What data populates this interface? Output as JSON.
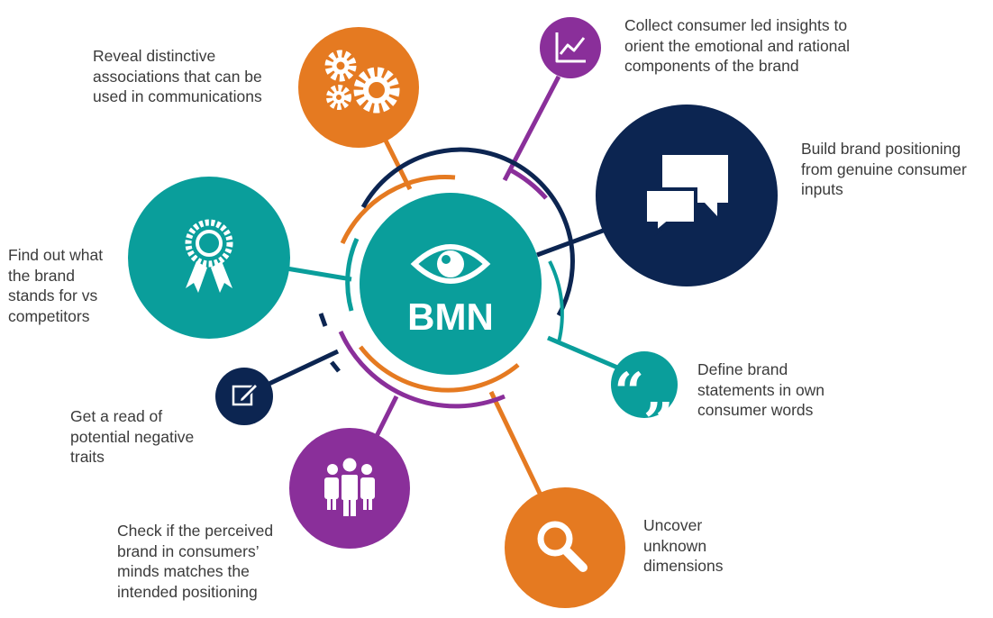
{
  "center": {
    "label": "BMN"
  },
  "colors": {
    "teal": "#0a9e9b",
    "orange": "#e57a21",
    "navy": "#0c2551",
    "purple": "#8a2f9a"
  },
  "nodes": [
    {
      "id": "gears",
      "icon": "gears-icon",
      "color": "orange",
      "text": "Reveal distinctive\nassociations that can be\nused in communications"
    },
    {
      "id": "chart",
      "icon": "line-chart-icon",
      "color": "purple",
      "text": "Collect consumer led insights to\norient the emotional and rational\ncomponents of the brand"
    },
    {
      "id": "chat",
      "icon": "chat-bubbles-icon",
      "color": "navy",
      "text": "Build brand positioning\nfrom genuine consumer\ninputs"
    },
    {
      "id": "ribbon",
      "icon": "award-ribbon-icon",
      "color": "teal",
      "text": "Find out what\nthe brand\nstands for vs\ncompetitors"
    },
    {
      "id": "quote",
      "icon": "quote-icon",
      "color": "teal",
      "text": "Define brand\nstatements in own\nconsumer words"
    },
    {
      "id": "edit",
      "icon": "edit-icon",
      "color": "navy",
      "text": "Get a read of\npotential negative\ntraits"
    },
    {
      "id": "people",
      "icon": "people-group-icon",
      "color": "purple",
      "text": "Check if the perceived\nbrand in consumers’\nminds matches the\nintended positioning"
    },
    {
      "id": "search",
      "icon": "magnifier-icon",
      "color": "orange",
      "text": "Uncover\nunknown\ndimensions"
    }
  ]
}
